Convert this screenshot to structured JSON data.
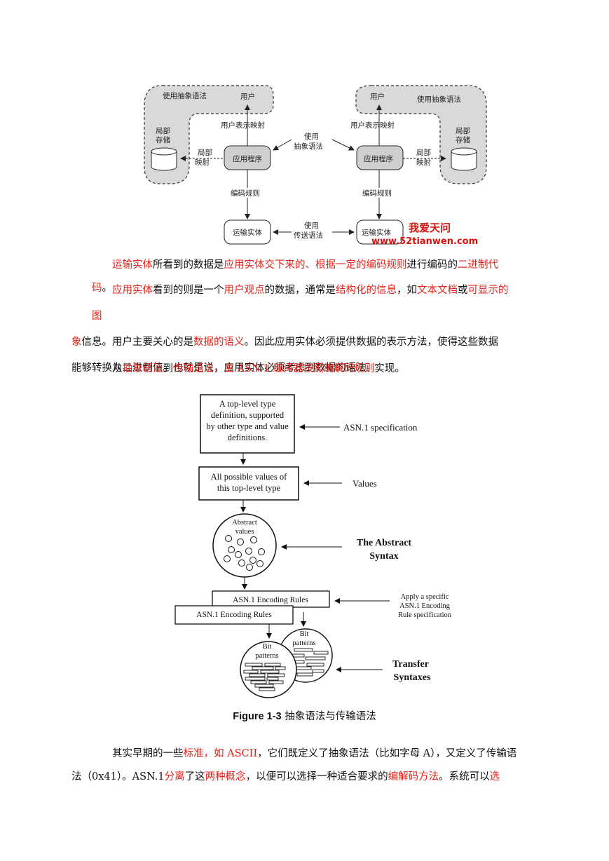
{
  "diagram1": {
    "abstract_syntax_left": "使用抽象语法",
    "abstract_syntax_right": "使用抽象语法",
    "user_left": "用户",
    "user_right": "用户",
    "user_mapping_left": "用户表示映射",
    "user_mapping_right": "用户表示映射",
    "local_storage_left_1": "局部",
    "local_storage_left_2": "存储",
    "local_storage_right_1": "局部",
    "local_storage_right_2": "存储",
    "local_mapping_left_1": "局部",
    "local_mapping_left_2": "映射",
    "local_mapping_right_1": "局部",
    "local_mapping_right_2": "映射",
    "app_left": "应用程序",
    "app_right": "应用程序",
    "mid_top_1": "使用",
    "mid_top_2": "抽象语法",
    "encoding_left": "编码规则",
    "encoding_right": "编码规则",
    "transport_left": "运输实体",
    "transport_right": "运输实体",
    "mid_bottom_1": "使用",
    "mid_bottom_2": "传送语法",
    "watermark_1": "我爱天问",
    "watermark_2": "www.52tianwen.com"
  },
  "para1": {
    "s1": "运输实体",
    "s2": "所看到的数据是",
    "s3": "应用实体交下来的、根据一定的编码规则",
    "s4": "进行编码的",
    "s5": "二进制代码",
    "s6": "。"
  },
  "para2": {
    "s1": "应用实体",
    "s2": "看到的则是一个",
    "s3": "用户观点",
    "s4": "的数据，通常是",
    "s5": "结构化的信息",
    "s6": "，如",
    "s7": "文本文档",
    "s8": "或",
    "s9": "可显示的图",
    "s10": "象",
    "s11": "信息。用户主要关心的是",
    "s12": "数据的语义",
    "s13": "。因此应用实体必须提供数据的表示方法，使得这些数据",
    "s14": "能够转换为二进制值。也就是说，应用实体必须考虑到数据的语法。"
  },
  "para3": {
    "s1": "从",
    "s2": "抽象语法",
    "s3": "到",
    "s4": "传输语法",
    "s5": "，由 ASN.1 编译器按照编解码规则",
    "s6": "实现。"
  },
  "diagram2": {
    "box1_l1": "A top-level type",
    "box1_l2": "definition, supported",
    "box1_l3": "by other type and value",
    "box1_l4": "definitions.",
    "asn_spec": "ASN.1 specification",
    "box2_l1": "All possible values of",
    "box2_l2": "this top-level type",
    "values": "Values",
    "circle_l1": "Abstract",
    "circle_l2": "values",
    "abstract_syntax_l1": "The Abstract",
    "abstract_syntax_l2": "Syntax",
    "enc_rules_1": "ASN.1 Encoding Rules",
    "enc_rules_2": "ASN.1 Encoding Rules",
    "apply_l1": "Apply a specific",
    "apply_l2": "ASN.1 Encoding",
    "apply_l3": "Rule specification",
    "bit_a_l1": "Bit",
    "bit_a_l2": "patterns",
    "bit_b_l1": "Bit",
    "bit_b_l2": "patterns",
    "transfer_l1": "Transfer",
    "transfer_l2": "Syntaxes"
  },
  "caption": {
    "label": "Figure 1-3",
    "text": "抽象语法与传输语法"
  },
  "para4": {
    "s1": "其实早期的一些",
    "s2": "标准，如 ASCII",
    "s3": "，它们既定义了抽象语法（比如字母 A），又定义了传输语",
    "s4": "法（0x41）。ASN.1",
    "s5": "分离",
    "s6": "了这",
    "s7": "两种概念",
    "s8": "，以便可以选择一种适合要求的",
    "s9": "编解码方法",
    "s10": "。系统可以",
    "s11": "选"
  }
}
